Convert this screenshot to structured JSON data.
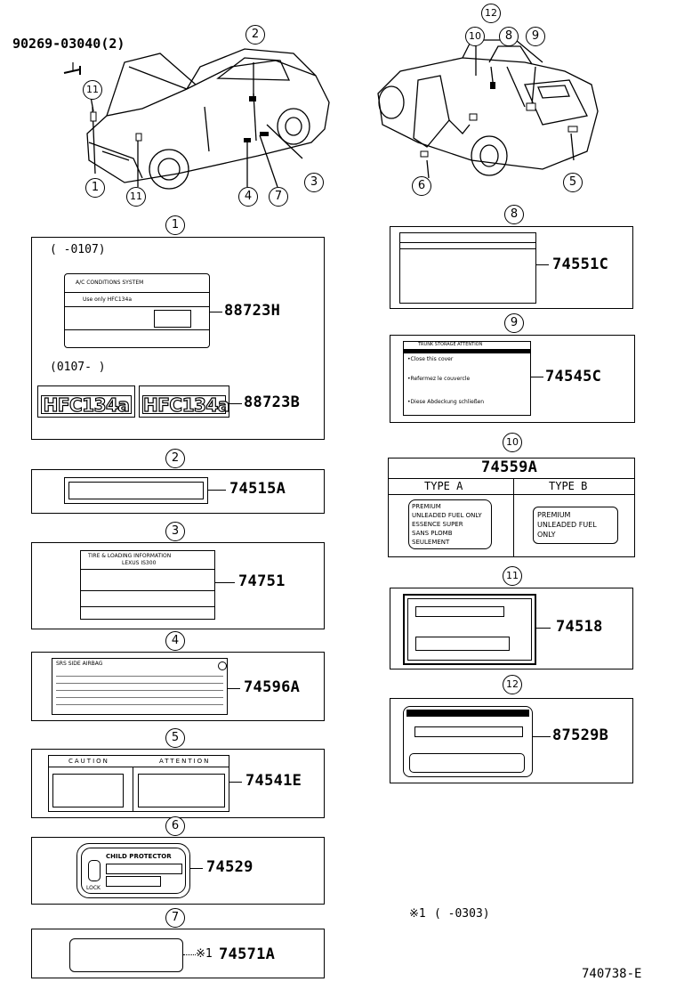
{
  "header": {
    "bolt_part": "90269-03040(2)"
  },
  "callouts": {
    "c1": "1",
    "c2": "2",
    "c3": "3",
    "c4": "4",
    "c5": "5",
    "c6": "6",
    "c7": "7",
    "c8": "8",
    "c9": "9",
    "c10": "10",
    "c11": "11",
    "c12": "12"
  },
  "sections": {
    "s1": {
      "num": "1",
      "date_range_1": "(      -0107)",
      "date_range_2": "(0107-      )",
      "part_a": "88723H",
      "part_b": "88723B",
      "hfc_text": "HFC134a",
      "label_row1": "A/C  CONDITIONS  SYSTEM",
      "label_row2": "Use  only  HFC134a"
    },
    "s2": {
      "num": "2",
      "part": "74515A"
    },
    "s3": {
      "num": "3",
      "part": "74751",
      "label_title": "TIRE & LOADING INFORMATION",
      "label_sub": "LEXUS  IS300"
    },
    "s4": {
      "num": "4",
      "part": "74596A",
      "label_title": "SRS SIDE AIRBAG"
    },
    "s5": {
      "num": "5",
      "part": "74541E",
      "caution": "CAUTION",
      "attention": "ATTENTION"
    },
    "s6": {
      "num": "6",
      "part": "74529",
      "label_title": "CHILD PROTECTOR",
      "lock": "LOCK"
    },
    "s7": {
      "num": "7",
      "part": "74571A",
      "note_ref": "※1"
    },
    "s8": {
      "num": "8",
      "part": "74551C"
    },
    "s9": {
      "num": "9",
      "part": "74545C",
      "line1": "TRUNK STORAGE ATTENTION",
      "line2": "•Close this cover",
      "line3": "•Refermez le couvercle",
      "line4": "•Diese Abdeckung schließen"
    },
    "s10": {
      "num": "10",
      "part": "74559A",
      "type_a": "TYPE  A",
      "type_b": "TYPE  B",
      "a_lines": [
        "PREMIUM",
        "UNLEADED FUEL ONLY",
        "ESSENCE  SUPER",
        "SANS  PLOMB",
        "SEULEMENT"
      ],
      "b_lines": [
        "PREMIUM",
        "UNLEADED FUEL",
        "ONLY"
      ]
    },
    "s11": {
      "num": "11",
      "part": "74518"
    },
    "s12": {
      "num": "12",
      "part": "87529B"
    }
  },
  "footnote": {
    "mark": "※1",
    "range": "(      -0303)"
  },
  "diagram_code": "740738-E"
}
